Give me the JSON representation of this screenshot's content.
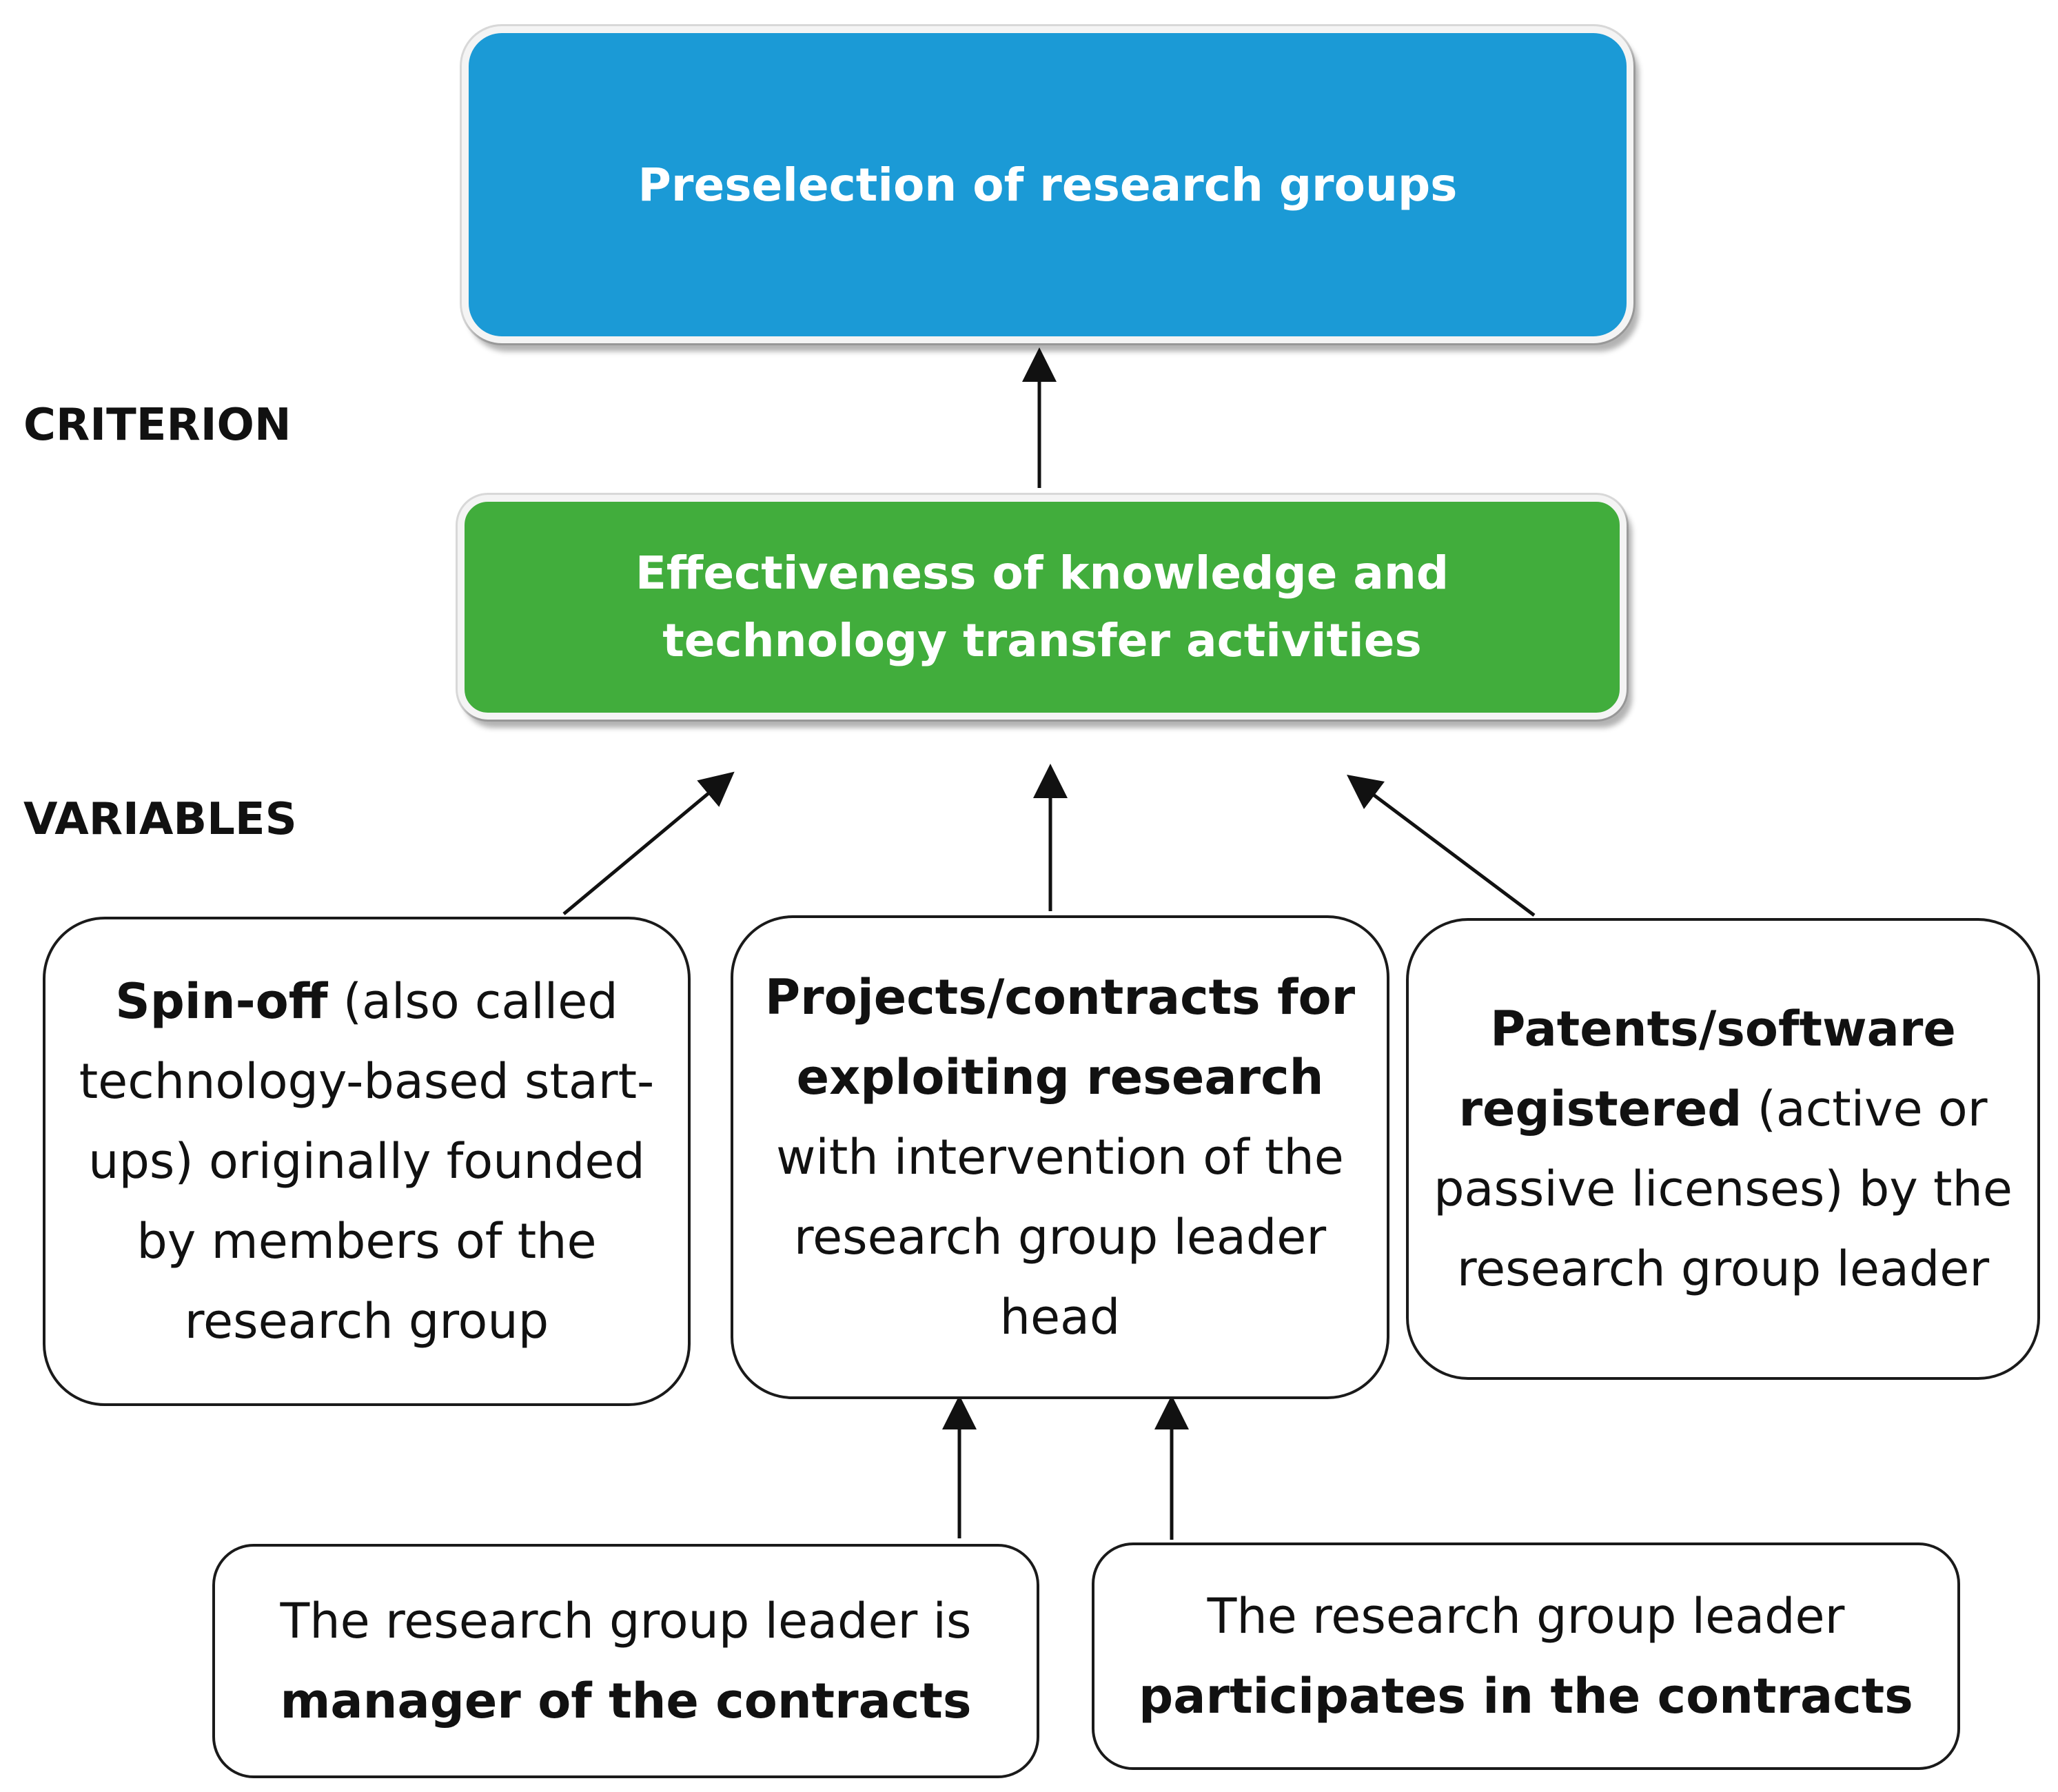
{
  "labels": {
    "criterion": "CRITERION",
    "variables": "VARIABLES"
  },
  "top_box": {
    "text": "Preselection of research groups",
    "color": "#1b9ad6"
  },
  "criterion_box": {
    "text": "Effectiveness of knowledge and technology transfer activities",
    "color": "#41ad3c"
  },
  "variables": [
    {
      "bold": "Spin-off",
      "rest": " (also called technology-based start-ups) originally founded by members of the research group"
    },
    {
      "bold": "Projects/contracts for exploiting research",
      "rest": " with intervention of the research group leader head"
    },
    {
      "bold": "Patents/software registered",
      "rest": " (active or passive licenses) by the research group leader"
    }
  ],
  "sub_variables": [
    {
      "plain": "The research group leader is ",
      "bold": "manager of the contracts"
    },
    {
      "plain": "The research group leader ",
      "bold": "participates in the contracts"
    }
  ]
}
